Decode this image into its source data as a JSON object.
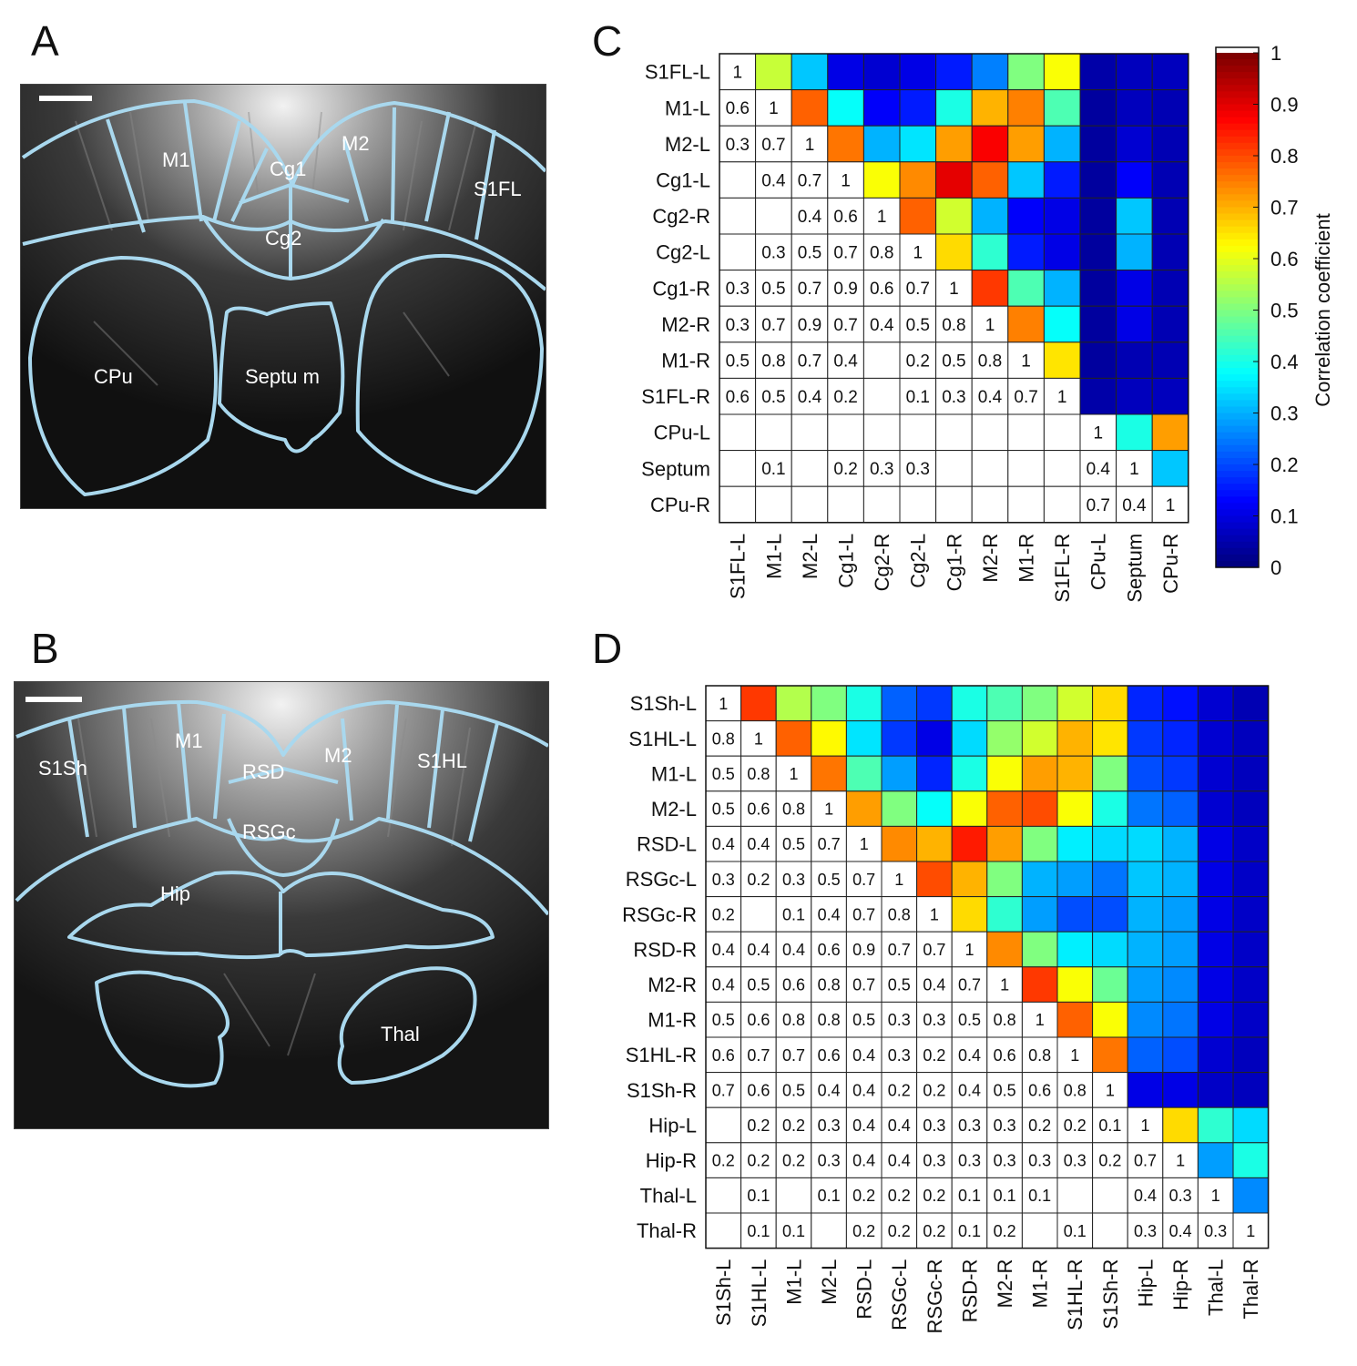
{
  "panels": {
    "a": {
      "letter": "A"
    },
    "b": {
      "letter": "B"
    },
    "c": {
      "letter": "C"
    },
    "d": {
      "letter": "D"
    }
  },
  "atlas_a": {
    "regions": [
      "M1",
      "M2",
      "Cg1",
      "Cg2",
      "S1FL",
      "CPu",
      "Septu m"
    ]
  },
  "atlas_b": {
    "regions": [
      "S1Sh",
      "M1",
      "RSD",
      "M2",
      "S1HL",
      "RSGc",
      "Hip",
      "Thal"
    ]
  },
  "colorbar": {
    "label": "Correlation coefficient",
    "ticks": [
      "0",
      "0.1",
      "0.2",
      "0.3",
      "0.4",
      "0.5",
      "0.6",
      "0.7",
      "0.8",
      "0.9",
      "1"
    ],
    "range": [
      0,
      1
    ],
    "colormap": "jet"
  },
  "chart_data": [
    {
      "type": "heatmap",
      "panel": "C",
      "labels": [
        "S1FL-L",
        "M1-L",
        "M2-L",
        "Cg1-L",
        "Cg2-R",
        "Cg2-L",
        "Cg1-R",
        "M2-R",
        "M1-R",
        "S1FL-R",
        "CPu-L",
        "Septum",
        "CPu-R"
      ],
      "upper_colors": [
        [
          null,
          0.57,
          0.32,
          0.1,
          0.08,
          0.1,
          0.15,
          0.25,
          0.5,
          0.62,
          0.04,
          0.06,
          0.06
        ],
        [
          null,
          null,
          0.78,
          0.38,
          0.12,
          0.15,
          0.4,
          0.7,
          0.75,
          0.45,
          0.03,
          0.06,
          0.05
        ],
        [
          null,
          null,
          null,
          0.76,
          0.3,
          0.35,
          0.72,
          0.88,
          0.72,
          0.3,
          0.03,
          0.08,
          0.05
        ],
        [
          null,
          null,
          null,
          null,
          0.62,
          0.74,
          0.9,
          0.78,
          0.32,
          0.15,
          0.03,
          0.12,
          0.05
        ],
        [
          null,
          null,
          null,
          null,
          null,
          0.78,
          0.58,
          0.3,
          0.12,
          0.1,
          0.03,
          0.32,
          0.05
        ],
        [
          null,
          null,
          null,
          null,
          null,
          null,
          0.66,
          0.42,
          0.15,
          0.1,
          0.03,
          0.3,
          0.05
        ],
        [
          null,
          null,
          null,
          null,
          null,
          null,
          null,
          0.82,
          0.45,
          0.3,
          0.03,
          0.1,
          0.05
        ],
        [
          null,
          null,
          null,
          null,
          null,
          null,
          null,
          null,
          0.75,
          0.38,
          0.03,
          0.1,
          0.05
        ],
        [
          null,
          null,
          null,
          null,
          null,
          null,
          null,
          null,
          null,
          0.65,
          0.03,
          0.05,
          0.05
        ],
        [
          null,
          null,
          null,
          null,
          null,
          null,
          null,
          null,
          null,
          null,
          0.04,
          0.06,
          0.06
        ],
        [
          null,
          null,
          null,
          null,
          null,
          null,
          null,
          null,
          null,
          null,
          null,
          0.4,
          0.72
        ],
        [
          null,
          null,
          null,
          null,
          null,
          null,
          null,
          null,
          null,
          null,
          null,
          null,
          0.32
        ],
        [
          null,
          null,
          null,
          null,
          null,
          null,
          null,
          null,
          null,
          null,
          null,
          null,
          null
        ]
      ],
      "lower_labels": [
        [
          "1",
          "",
          "",
          "",
          "",
          "",
          "",
          "",
          "",
          "",
          "",
          "",
          ""
        ],
        [
          "0.6",
          "1",
          "",
          "",
          "",
          "",
          "",
          "",
          "",
          "",
          "",
          "",
          ""
        ],
        [
          "0.3",
          "0.7",
          "1",
          "",
          "",
          "",
          "",
          "",
          "",
          "",
          "",
          "",
          ""
        ],
        [
          "",
          "0.4",
          "0.7",
          "1",
          "",
          "",
          "",
          "",
          "",
          "",
          "",
          "",
          ""
        ],
        [
          "",
          "",
          "0.4",
          "0.6",
          "1",
          "",
          "",
          "",
          "",
          "",
          "",
          "",
          ""
        ],
        [
          "",
          "0.3",
          "0.5",
          "0.7",
          "0.8",
          "1",
          "",
          "",
          "",
          "",
          "",
          "",
          ""
        ],
        [
          "0.3",
          "0.5",
          "0.7",
          "0.9",
          "0.6",
          "0.7",
          "1",
          "",
          "",
          "",
          "",
          "",
          ""
        ],
        [
          "0.3",
          "0.7",
          "0.9",
          "0.7",
          "0.4",
          "0.5",
          "0.8",
          "1",
          "",
          "",
          "",
          "",
          ""
        ],
        [
          "0.5",
          "0.8",
          "0.7",
          "0.4",
          "",
          "0.2",
          "0.5",
          "0.8",
          "1",
          "",
          "",
          "",
          ""
        ],
        [
          "0.6",
          "0.5",
          "0.4",
          "0.2",
          "",
          "0.1",
          "0.3",
          "0.4",
          "0.7",
          "1",
          "",
          "",
          ""
        ],
        [
          "",
          "",
          "",
          "",
          "",
          "",
          "",
          "",
          "",
          "",
          "1",
          "",
          ""
        ],
        [
          "",
          "0.1",
          "",
          "0.2",
          "0.3",
          "0.3",
          "",
          "",
          "",
          "",
          "0.4",
          "1",
          ""
        ],
        [
          "",
          "",
          "",
          "",
          "",
          "",
          "",
          "",
          "",
          "",
          "0.7",
          "0.4",
          "1"
        ]
      ]
    },
    {
      "type": "heatmap",
      "panel": "D",
      "labels": [
        "S1Sh-L",
        "S1HL-L",
        "M1-L",
        "M2-L",
        "RSD-L",
        "RSGc-L",
        "RSGc-R",
        "RSD-R",
        "M2-R",
        "M1-R",
        "S1HL-R",
        "S1Sh-R",
        "Hip-L",
        "Hip-R",
        "Thal-L",
        "Thal-R"
      ],
      "upper_colors": [
        [
          null,
          0.82,
          0.55,
          0.5,
          0.4,
          0.22,
          0.18,
          0.4,
          0.45,
          0.5,
          0.58,
          0.66,
          0.16,
          0.14,
          0.08,
          0.05
        ],
        [
          null,
          null,
          0.78,
          0.63,
          0.35,
          0.18,
          0.1,
          0.34,
          0.52,
          0.58,
          0.7,
          0.65,
          0.18,
          0.16,
          0.08,
          0.06
        ],
        [
          null,
          null,
          null,
          0.76,
          0.45,
          0.28,
          0.16,
          0.4,
          0.62,
          0.72,
          0.7,
          0.5,
          0.2,
          0.18,
          0.08,
          0.06
        ],
        [
          null,
          null,
          null,
          null,
          0.72,
          0.5,
          0.38,
          0.62,
          0.78,
          0.8,
          0.62,
          0.4,
          0.24,
          0.22,
          0.08,
          0.06
        ],
        [
          null,
          null,
          null,
          null,
          null,
          0.74,
          0.7,
          0.85,
          0.72,
          0.5,
          0.36,
          0.34,
          0.34,
          0.3,
          0.1,
          0.07
        ],
        [
          null,
          null,
          null,
          null,
          null,
          null,
          0.8,
          0.7,
          0.5,
          0.3,
          0.28,
          0.24,
          0.32,
          0.3,
          0.1,
          0.07
        ],
        [
          null,
          null,
          null,
          null,
          null,
          null,
          null,
          0.66,
          0.42,
          0.28,
          0.2,
          0.2,
          0.3,
          0.28,
          0.1,
          0.07
        ],
        [
          null,
          null,
          null,
          null,
          null,
          null,
          null,
          null,
          0.74,
          0.5,
          0.36,
          0.34,
          0.3,
          0.28,
          0.1,
          0.07
        ],
        [
          null,
          null,
          null,
          null,
          null,
          null,
          null,
          null,
          null,
          0.82,
          0.62,
          0.48,
          0.28,
          0.26,
          0.1,
          0.07
        ],
        [
          null,
          null,
          null,
          null,
          null,
          null,
          null,
          null,
          null,
          null,
          0.78,
          0.62,
          0.26,
          0.24,
          0.1,
          0.07
        ],
        [
          null,
          null,
          null,
          null,
          null,
          null,
          null,
          null,
          null,
          null,
          null,
          0.76,
          0.22,
          0.2,
          0.08,
          0.06
        ],
        [
          null,
          null,
          null,
          null,
          null,
          null,
          null,
          null,
          null,
          null,
          null,
          null,
          0.1,
          0.1,
          0.07,
          0.06
        ],
        [
          null,
          null,
          null,
          null,
          null,
          null,
          null,
          null,
          null,
          null,
          null,
          null,
          null,
          0.66,
          0.42,
          0.34
        ],
        [
          null,
          null,
          null,
          null,
          null,
          null,
          null,
          null,
          null,
          null,
          null,
          null,
          null,
          null,
          0.28,
          0.4
        ],
        [
          null,
          null,
          null,
          null,
          null,
          null,
          null,
          null,
          null,
          null,
          null,
          null,
          null,
          null,
          null,
          0.26
        ],
        [
          null,
          null,
          null,
          null,
          null,
          null,
          null,
          null,
          null,
          null,
          null,
          null,
          null,
          null,
          null,
          null
        ]
      ],
      "lower_labels": [
        [
          "1",
          "",
          "",
          "",
          "",
          "",
          "",
          "",
          "",
          "",
          "",
          "",
          "",
          "",
          "",
          ""
        ],
        [
          "0.8",
          "1",
          "",
          "",
          "",
          "",
          "",
          "",
          "",
          "",
          "",
          "",
          "",
          "",
          "",
          ""
        ],
        [
          "0.5",
          "0.8",
          "1",
          "",
          "",
          "",
          "",
          "",
          "",
          "",
          "",
          "",
          "",
          "",
          "",
          ""
        ],
        [
          "0.5",
          "0.6",
          "0.8",
          "1",
          "",
          "",
          "",
          "",
          "",
          "",
          "",
          "",
          "",
          "",
          "",
          ""
        ],
        [
          "0.4",
          "0.4",
          "0.5",
          "0.7",
          "1",
          "",
          "",
          "",
          "",
          "",
          "",
          "",
          "",
          "",
          "",
          ""
        ],
        [
          "0.3",
          "0.2",
          "0.3",
          "0.5",
          "0.7",
          "1",
          "",
          "",
          "",
          "",
          "",
          "",
          "",
          "",
          "",
          ""
        ],
        [
          "0.2",
          "",
          "0.1",
          "0.4",
          "0.7",
          "0.8",
          "1",
          "",
          "",
          "",
          "",
          "",
          "",
          "",
          "",
          ""
        ],
        [
          "0.4",
          "0.4",
          "0.4",
          "0.6",
          "0.9",
          "0.7",
          "0.7",
          "1",
          "",
          "",
          "",
          "",
          "",
          "",
          "",
          ""
        ],
        [
          "0.4",
          "0.5",
          "0.6",
          "0.8",
          "0.7",
          "0.5",
          "0.4",
          "0.7",
          "1",
          "",
          "",
          "",
          "",
          "",
          "",
          ""
        ],
        [
          "0.5",
          "0.6",
          "0.8",
          "0.8",
          "0.5",
          "0.3",
          "0.3",
          "0.5",
          "0.8",
          "1",
          "",
          "",
          "",
          "",
          "",
          ""
        ],
        [
          "0.6",
          "0.7",
          "0.7",
          "0.6",
          "0.4",
          "0.3",
          "0.2",
          "0.4",
          "0.6",
          "0.8",
          "1",
          "",
          "",
          "",
          "",
          ""
        ],
        [
          "0.7",
          "0.6",
          "0.5",
          "0.4",
          "0.4",
          "0.2",
          "0.2",
          "0.4",
          "0.5",
          "0.6",
          "0.8",
          "1",
          "",
          "",
          "",
          ""
        ],
        [
          "",
          "0.2",
          "0.2",
          "0.3",
          "0.4",
          "0.4",
          "0.3",
          "0.3",
          "0.3",
          "0.2",
          "0.2",
          "0.1",
          "1",
          "",
          "",
          ""
        ],
        [
          "0.2",
          "0.2",
          "0.2",
          "0.3",
          "0.4",
          "0.4",
          "0.3",
          "0.3",
          "0.3",
          "0.3",
          "0.3",
          "0.2",
          "0.7",
          "1",
          "",
          ""
        ],
        [
          "",
          "0.1",
          "",
          "0.1",
          "0.2",
          "0.2",
          "0.2",
          "0.1",
          "0.1",
          "0.1",
          "",
          "",
          "0.4",
          "0.3",
          "1",
          ""
        ],
        [
          "",
          "0.1",
          "0.1",
          "",
          "0.2",
          "0.2",
          "0.2",
          "0.1",
          "0.2",
          "",
          "0.1",
          "",
          "0.3",
          "0.4",
          "0.3",
          "1"
        ]
      ]
    }
  ]
}
